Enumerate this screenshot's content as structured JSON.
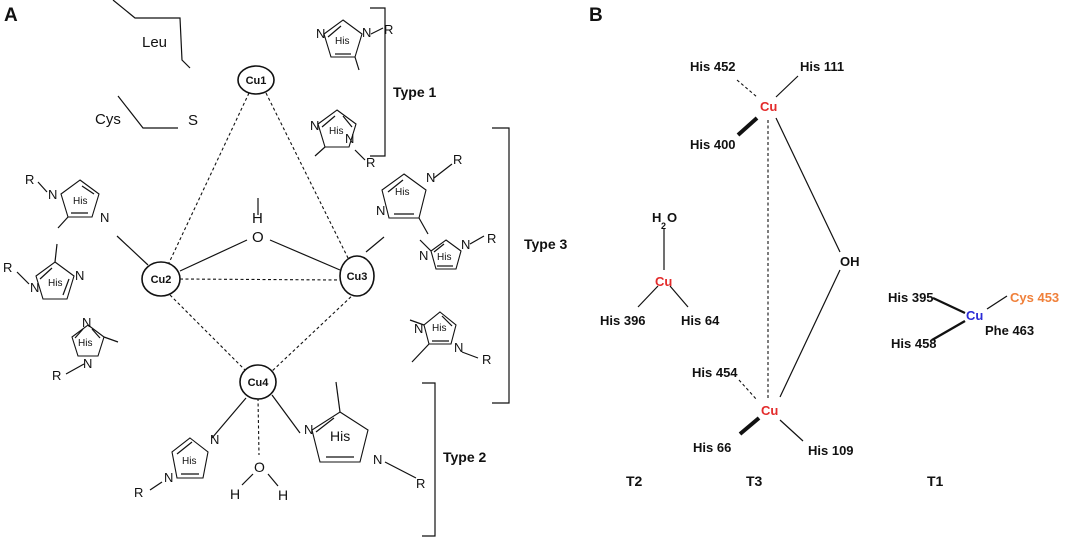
{
  "panel_a": {
    "label": "A",
    "cu_labels": [
      "Cu1",
      "Cu2",
      "Cu3",
      "Cu4"
    ],
    "bridge": "O",
    "bridge_h": "H",
    "water": {
      "o": "O",
      "h": "H"
    },
    "leu": "Leu",
    "cys": "Cys",
    "s": "S",
    "his": "His",
    "n": "N",
    "r": "R",
    "types": [
      "Type 1",
      "Type 3",
      "Type 2"
    ]
  },
  "panel_b": {
    "label": "B",
    "t2": {
      "cu": "Cu",
      "water": "H",
      "water_sub": "2",
      "water_o": "O",
      "ligands": [
        "His 396",
        "His 64"
      ],
      "caption": "T2"
    },
    "t3": {
      "cu_top": "Cu",
      "cu_bottom": "Cu",
      "bridge": "OH",
      "top_ligands": [
        "His 452",
        "His 111",
        "His 400"
      ],
      "bottom_ligands": [
        "His 454",
        "His 66",
        "His 109"
      ],
      "caption": "T3"
    },
    "t1": {
      "cu": "Cu",
      "ligands": [
        "His 395",
        "Cys 453",
        "Phe 463",
        "His 458"
      ],
      "caption": "T1"
    },
    "colors": {
      "cu_red": "#e32b2b",
      "cu_blue": "#2b2bd6",
      "cys_orange": "#f0803a"
    }
  }
}
